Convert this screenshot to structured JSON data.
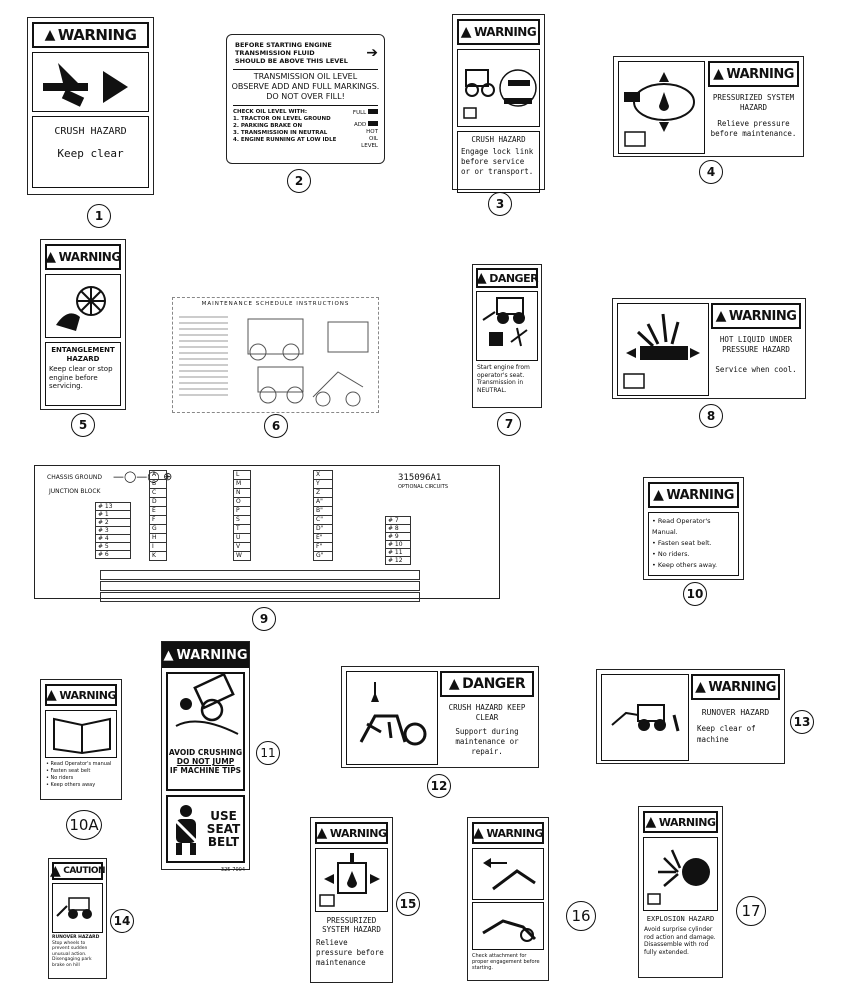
{
  "labels": {
    "l1": {
      "num": "1",
      "header": "WARNING",
      "title": "CRUSH HAZARD",
      "msg": "Keep clear"
    },
    "l2": {
      "num": "2",
      "line1": "BEFORE STARTING ENGINE",
      "line2": "TRANSMISSION FLUID",
      "line3": "SHOULD BE ABOVE THIS LEVEL",
      "mid1": "TRANSMISSION OIL LEVEL",
      "mid2": "OBSERVE ADD AND FULL MARKINGS.",
      "mid3": "DO NOT OVER FILL!",
      "check": "CHECK OIL LEVEL WITH:",
      "c1": "1. TRACTOR ON LEVEL GROUND",
      "c2": "2. PARKING BRAKE ON",
      "c3": "3. TRANSMISSION IN NEUTRAL",
      "c4": "4. ENGINE RUNNING AT LOW IDLE",
      "full": "FULL",
      "add": "ADD",
      "hot": "HOT",
      "oil": "OIL",
      "level": "LEVEL"
    },
    "l3": {
      "num": "3",
      "header": "WARNING",
      "title": "CRUSH HAZARD",
      "msg": "Engage lock link before service or or transport."
    },
    "l4": {
      "num": "4",
      "header": "WARNING",
      "title": "PRESSURIZED SYSTEM HAZARD",
      "msg": "Relieve pressure before maintenance."
    },
    "l5": {
      "num": "5",
      "header": "WARNING",
      "title": "ENTANGLEMENT HAZARD",
      "msg": "Keep clear or stop engine before servicing."
    },
    "l6": {
      "num": "6",
      "title": "MAINTENANCE SCHEDULE INSTRUCTIONS"
    },
    "l7": {
      "num": "7",
      "header": "DANGER",
      "msg": "Start engine from operator's seat. Transmission in NEUTRAL."
    },
    "l8": {
      "num": "8",
      "header": "WARNING",
      "title": "HOT LIQUID UNDER PRESSURE HAZARD",
      "msg": "Service when cool."
    },
    "l9": {
      "num": "9",
      "chassis": "CHASSIS GROUND",
      "junction": "JUNCTION BLOCK",
      "partno": "315096A1",
      "optional": "OPTIONAL CIRCUITS",
      "fuses_a": [
        "A",
        "B",
        "C",
        "D",
        "E",
        "F",
        "G",
        "H",
        "I",
        "K"
      ],
      "fuses_l": [
        "L",
        "M",
        "N",
        "O",
        "P",
        "S",
        "T",
        "U",
        "V",
        "W"
      ],
      "fuses_x": [
        "X",
        "Y",
        "Z",
        "A\"",
        "B\"",
        "C\"",
        "D\"",
        "E\"",
        "F\"",
        "G\""
      ],
      "relays": [
        "# 13",
        "# 1",
        "# 2",
        "# 3",
        "# 4",
        "# 5",
        "# 6"
      ],
      "hrelays": [
        "# 7",
        "# 8",
        "# 9",
        "# 10",
        "# 11",
        "# 12"
      ]
    },
    "l10": {
      "num": "10",
      "header": "WARNING",
      "b1": "• Read Operator's Manual.",
      "b2": "• Fasten seat belt.",
      "b3": "• No riders.",
      "b4": "• Keep others away."
    },
    "l10a": {
      "num": "10A",
      "header": "WARNING",
      "b1": "• Read Operator's manual",
      "b2": "• Fasten seat belt",
      "b3": "• No riders",
      "b4": "• Keep others away"
    },
    "l11": {
      "num": "11",
      "header": "WARNING",
      "line1": "AVOID CRUSHING",
      "line2": "DO NOT JUMP",
      "line3": "IF MACHINE TIPS",
      "use": "USE",
      "seat": "SEAT",
      "belt": "BELT",
      "code": "325-7004"
    },
    "l12": {
      "num": "12",
      "header": "DANGER",
      "title": "CRUSH HAZARD KEEP CLEAR",
      "msg": "Support during maintenance or repair."
    },
    "l13": {
      "num": "13",
      "header": "WARNING",
      "title": "RUNOVER HAZARD",
      "msg": "Keep clear of machine"
    },
    "l14": {
      "num": "14",
      "header": "CAUTION",
      "title": "RUNOVER HAZARD",
      "msg": "Stop wheels to prevent sudden unusual action. Disengaging park brake on hill"
    },
    "l15": {
      "num": "15",
      "header": "WARNING",
      "title": "PRESSURIZED SYSTEM HAZARD",
      "msg": "Relieve pressure before maintenance"
    },
    "l16": {
      "num": "16",
      "header": "WARNING",
      "msg": "Check attachment for proper engagement before starting."
    },
    "l17": {
      "num": "17",
      "header": "WARNING",
      "title": "EXPLOSION HAZARD",
      "msg": "Avoid surprise cylinder rod action and damage. Disassemble with rod fully extended."
    }
  }
}
